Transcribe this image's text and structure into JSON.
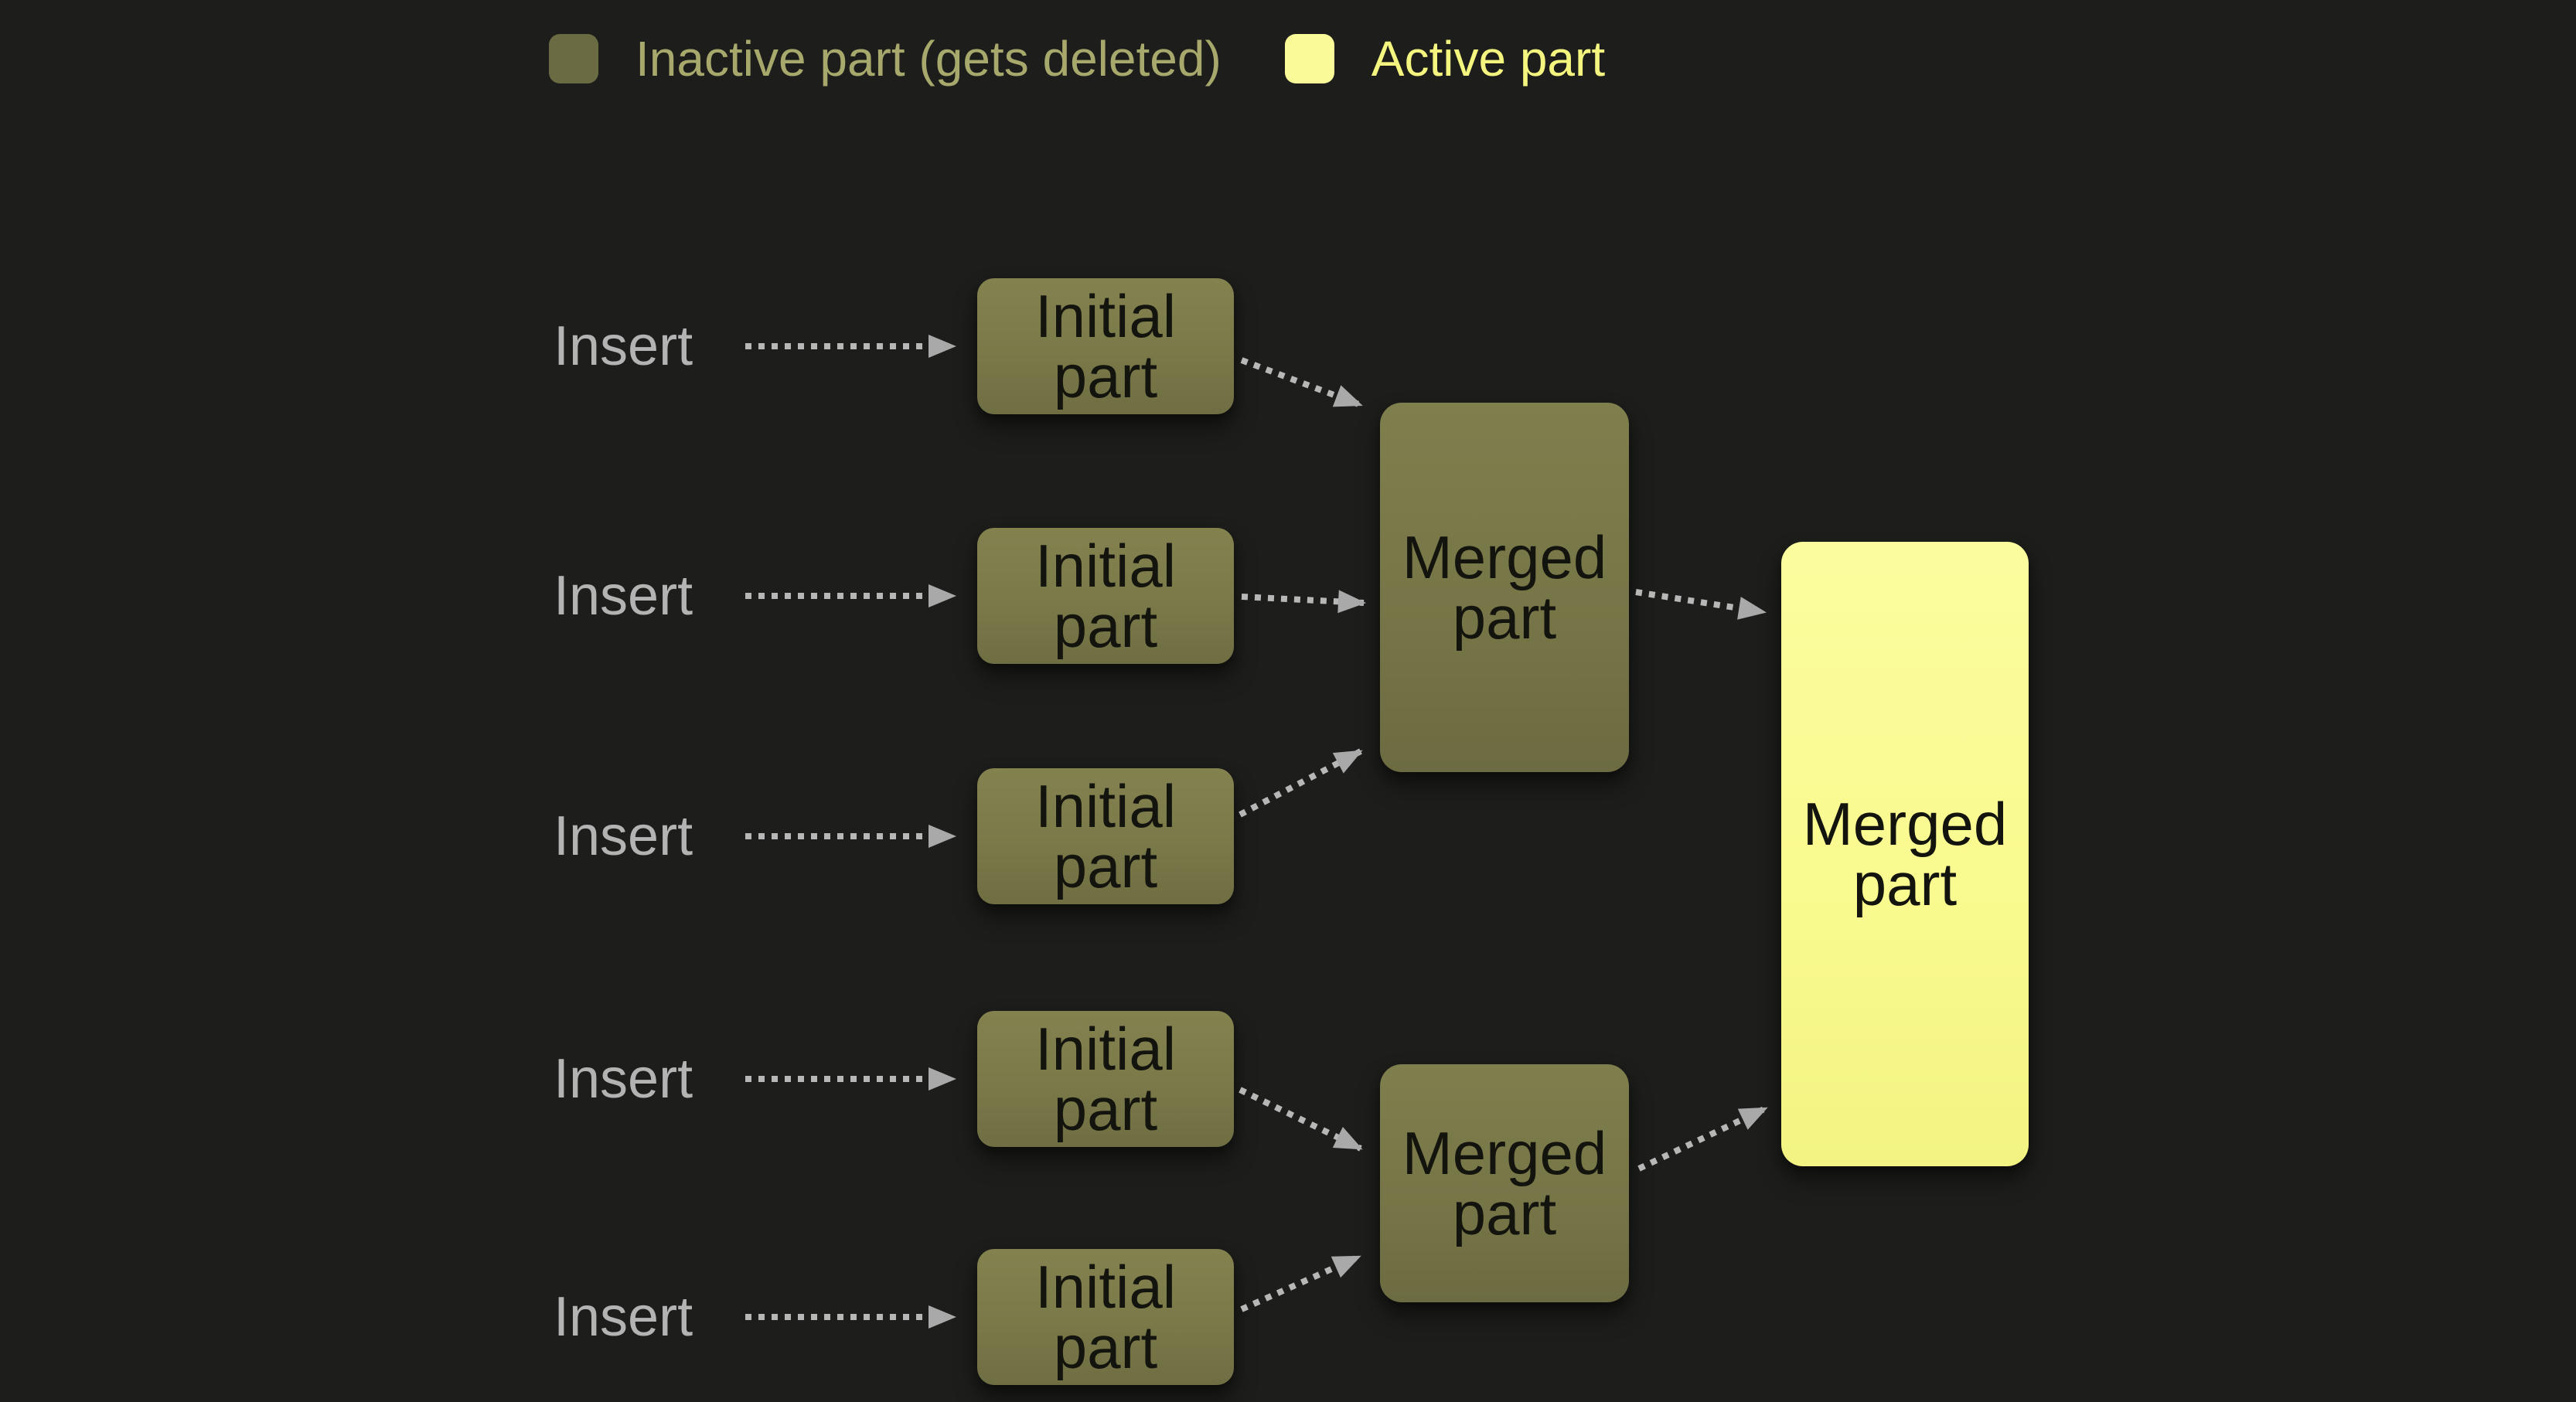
{
  "legend": {
    "inactive": {
      "label": "Inactive part (gets deleted)",
      "swatch_color": "#6b6b43",
      "text_color": "#a7a86b"
    },
    "active": {
      "label": "Active part",
      "swatch_color": "#fafb98",
      "text_color": "#f3f57e"
    }
  },
  "diagram": {
    "rows": [
      {
        "insert_label": "Insert",
        "node_label": "Initial part"
      },
      {
        "insert_label": "Insert",
        "node_label": "Initial part"
      },
      {
        "insert_label": "Insert",
        "node_label": "Initial part"
      },
      {
        "insert_label": "Insert",
        "node_label": "Initial part"
      },
      {
        "insert_label": "Insert",
        "node_label": "Initial part"
      }
    ],
    "merge_nodes": [
      {
        "label": "Merged part"
      },
      {
        "label": "Merged part"
      }
    ],
    "final_node": {
      "label": "Merged part"
    }
  },
  "colors": {
    "background": "#1d1d1b",
    "inactive_node_fill": "#7a7949",
    "active_node_fill": "#f9fa8e",
    "node_text": "#14140f",
    "insert_text": "#b3b3b3",
    "legend_inactive_text": "#a7a86b",
    "legend_active_text": "#f3f57e",
    "arrow": "#b7b7b7"
  }
}
